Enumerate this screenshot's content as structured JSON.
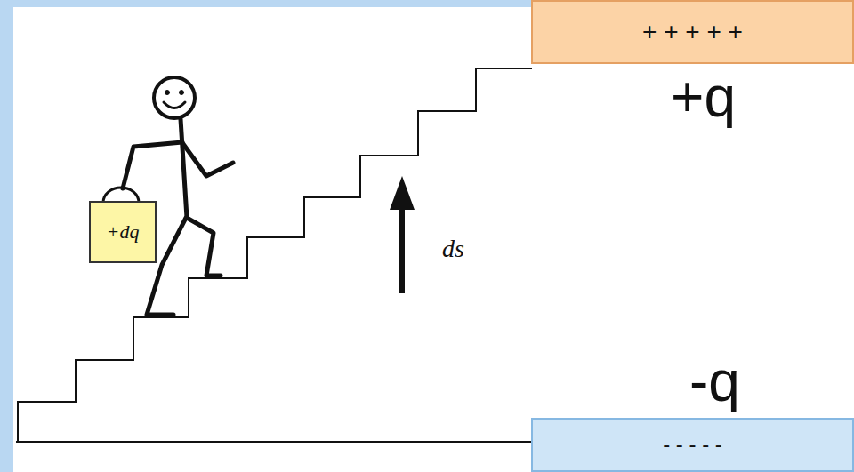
{
  "diagram": {
    "nodes": [
      {
        "text": [
          "+ + + + +",
          "+q"
        ]
      },
      {
        "text": [
          "+dq"
        ]
      },
      {
        "text": [
          "-q",
          "- - - - -"
        ]
      }
    ],
    "labels": [
      "ds⃗"
    ]
  }
}
